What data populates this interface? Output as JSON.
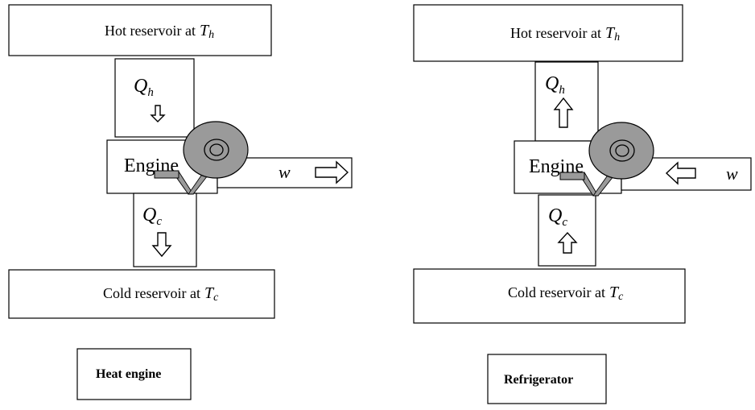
{
  "heat_engine": {
    "hot_reservoir_label": "Hot reservoir at",
    "hot_temp": "T",
    "hot_temp_sub": "h",
    "q_hot": "Q",
    "q_hot_sub": "h",
    "engine_label": "Engine",
    "work_label": "w",
    "q_cold": "Q",
    "q_cold_sub": "c",
    "cold_reservoir_label": "Cold reservoir at",
    "cold_temp": "T",
    "cold_temp_sub": "c",
    "title": "Heat engine"
  },
  "refrigerator": {
    "hot_reservoir_label": "Hot reservoir at",
    "hot_temp": "T",
    "hot_temp_sub": "h",
    "q_hot": "Q",
    "q_hot_sub": "h",
    "engine_label": "Engine",
    "work_label": "w",
    "q_cold": "Q",
    "q_cold_sub": "c",
    "cold_reservoir_label": "Cold reservoir at",
    "cold_temp": "T",
    "cold_temp_sub": "c",
    "title": "Refrigerator"
  }
}
